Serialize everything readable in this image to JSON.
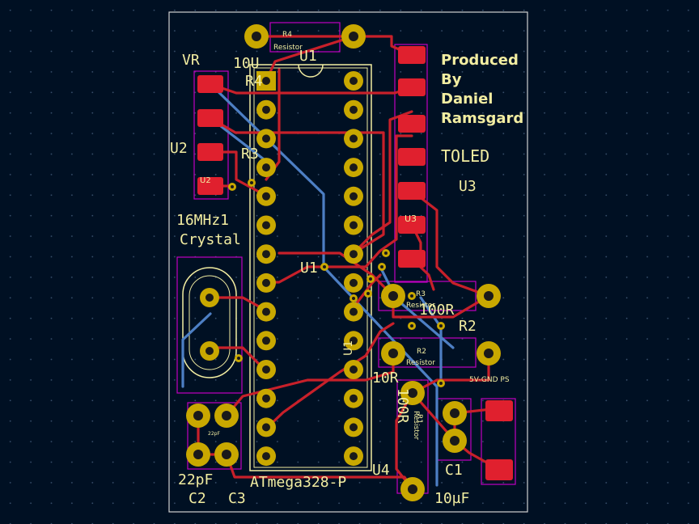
{
  "board": {
    "credits_lines": [
      "Produced",
      "By",
      "Daniel",
      "Ramsgard"
    ],
    "toled_label": "TOLED",
    "colors": {
      "background": "#001023",
      "grid_dot": "#39506d",
      "edge_cut": "#d0d0d0",
      "copper_front": "#c8202a",
      "copper_back": "#4d7fc4",
      "pad_ring": "#c9a800",
      "pad_hole": "#1a1a1a",
      "silkscreen": "#f2eda1",
      "courtyard": "#c000c0"
    }
  },
  "components": {
    "vr": {
      "label": "VR",
      "value": "10U",
      "ref": "U2",
      "fab_ref": "U2"
    },
    "r4": {
      "ref": "R4",
      "fab_ref": "R4",
      "fab_value": "Resistor"
    },
    "u1": {
      "ref": "U1",
      "ref_mid": "U1",
      "fab_ref": "U1",
      "value": "ATmega328-P",
      "fab_value": "U1"
    },
    "r3": {
      "ref": "R3",
      "fab_ref": "R3",
      "fab_value": "Resistor",
      "value": "100R"
    },
    "crystal": {
      "value": "16MHz1",
      "label": "Crystal"
    },
    "u3": {
      "ref": "U3",
      "fab_ref": "U3"
    },
    "r2": {
      "ref": "R2",
      "fab_ref": "R2",
      "fab_value": "Resistor",
      "value": "10R"
    },
    "r1": {
      "ref": "R1",
      "fab_ref": "R1",
      "fab_value": "Resistor",
      "value": "100R"
    },
    "u4": {
      "ref": "U4"
    },
    "ps": {
      "label": "5V-GND PS"
    },
    "c2": {
      "ref": "C2",
      "value": "22pF"
    },
    "c3": {
      "ref": "C3",
      "fab_value": "22pF"
    },
    "c1": {
      "ref": "C1",
      "value": "10µF"
    }
  }
}
